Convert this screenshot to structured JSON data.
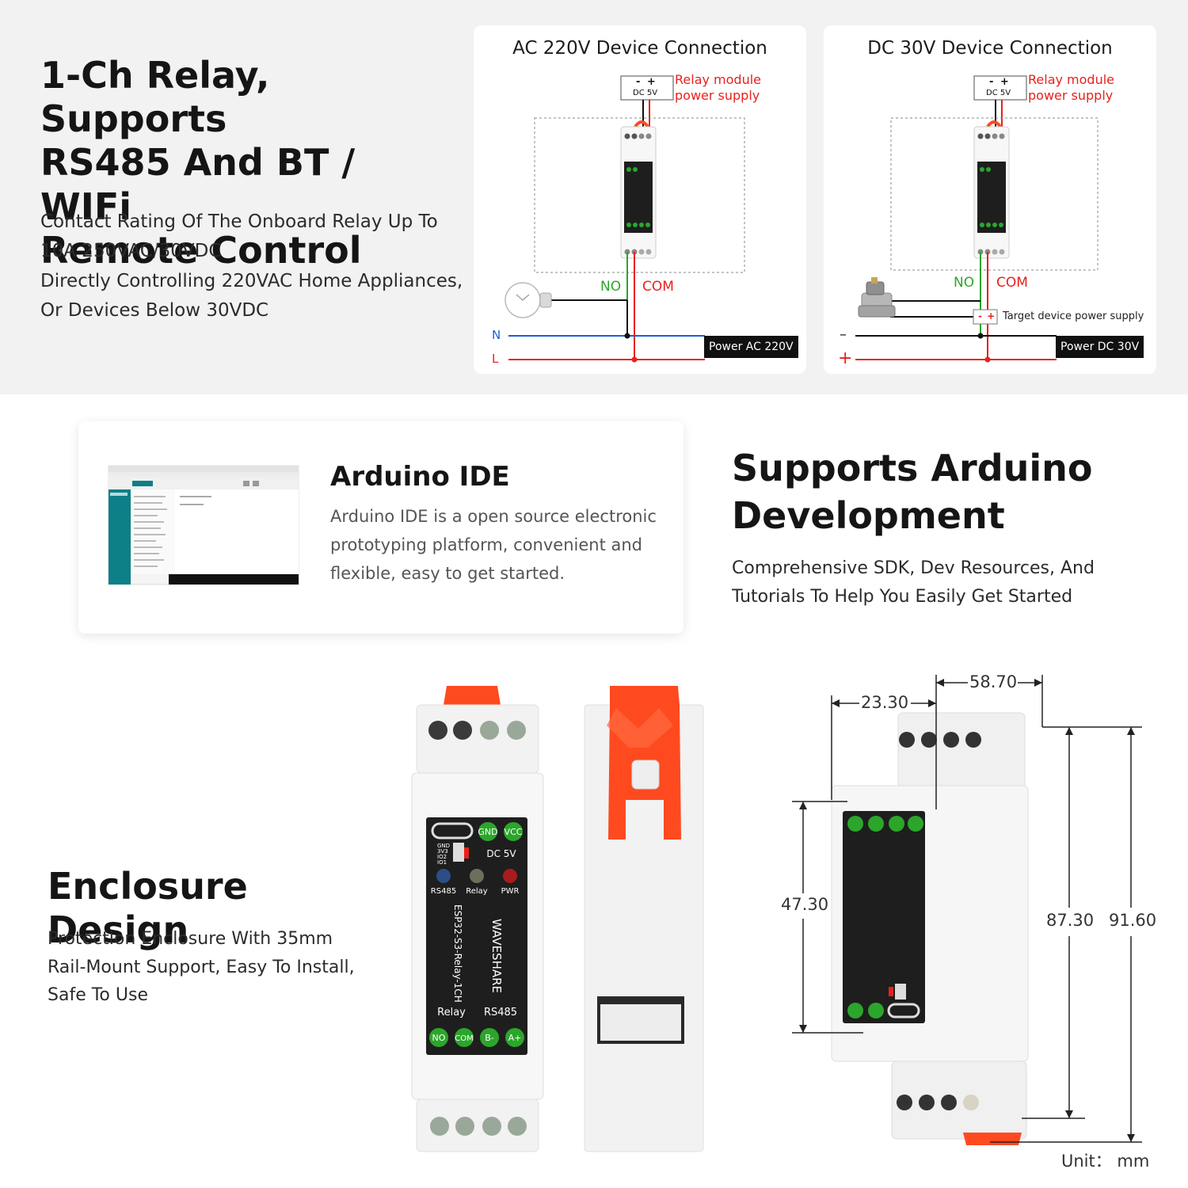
{
  "hero": {
    "title_lines": [
      "1-Ch Relay, Supports",
      "RS485 And BT / WIFi",
      "Remote Control"
    ],
    "desc_lines": [
      "Contact Rating Of The Onboard Relay Up To",
      "10A 250VAC/30VDC",
      "Directly Controlling 220VAC Home Appliances,",
      "Or Devices Below 30VDC"
    ]
  },
  "ac_diagram": {
    "title": "AC 220V Device Connection",
    "supply_polarity": "- +",
    "supply_voltage": "DC 5V",
    "supply_label_lines": [
      "Relay module",
      "power supply"
    ],
    "no_label": "NO",
    "com_label": "COM",
    "n_label": "N",
    "l_label": "L",
    "power_tag": "Power AC 220V",
    "load_icon": "light-bulb-icon"
  },
  "dc_diagram": {
    "title": "DC 30V Device Connection",
    "supply_polarity": "- +",
    "supply_voltage": "DC 5V",
    "supply_label_lines": [
      "Relay module",
      "power supply"
    ],
    "no_label": "NO",
    "com_label": "COM",
    "minus_label": "–",
    "plus_label": "+",
    "target_polarity": "- +",
    "target_label": "Target device power supply",
    "power_tag": "Power DC 30V",
    "load_icon": "solenoid-valve-icon"
  },
  "ide_card": {
    "title": "Arduino IDE",
    "desc_lines": [
      "Arduino IDE is a open source electronic",
      "prototyping platform, convenient and",
      "flexible, easy to get started."
    ],
    "screenshot_icon": "arduino-ide-screenshot-icon"
  },
  "sdk": {
    "title_lines": [
      "Supports Arduino",
      "Development"
    ],
    "desc_lines": [
      "Comprehensive SDK, Dev Resources, And",
      "Tutorials To Help You Easily Get Started"
    ]
  },
  "enclosure": {
    "title": "Enclosure Design",
    "desc_lines": [
      "Protection Enclosure With 35mm",
      "Rail-Mount Support, Easy To Install,",
      "Safe To Use"
    ]
  },
  "module_front": {
    "pin_gnd": "GND",
    "pin_vcc": "VCC",
    "dc_label": "DC 5V",
    "header_pins": [
      "GND",
      "3V3",
      "IO2",
      "IO1"
    ],
    "led_rs485": "RS485",
    "led_relay": "Relay",
    "led_pwr": "PWR",
    "brand": "WAVESHARE",
    "model": "ESP32-S3-Relay-1CH",
    "group_relay": "Relay",
    "group_rs485": "RS485",
    "pin_no": "NO",
    "pin_com": "COM",
    "pin_b": "B-",
    "pin_a": "A+"
  },
  "dimensions": {
    "d1": "58.70",
    "d2": "23.30",
    "d3": "47.30",
    "d4": "87.30",
    "d5": "91.60",
    "unit": "Unit： mm"
  },
  "colors": {
    "accent_red": "#e8211c",
    "accent_green": "#2ba62b",
    "neutral_blue": "#1c5fd6",
    "clip_orange": "#ff4a20",
    "pcb_dark": "#1e1e1e",
    "ide_teal": "#0c7f87"
  }
}
